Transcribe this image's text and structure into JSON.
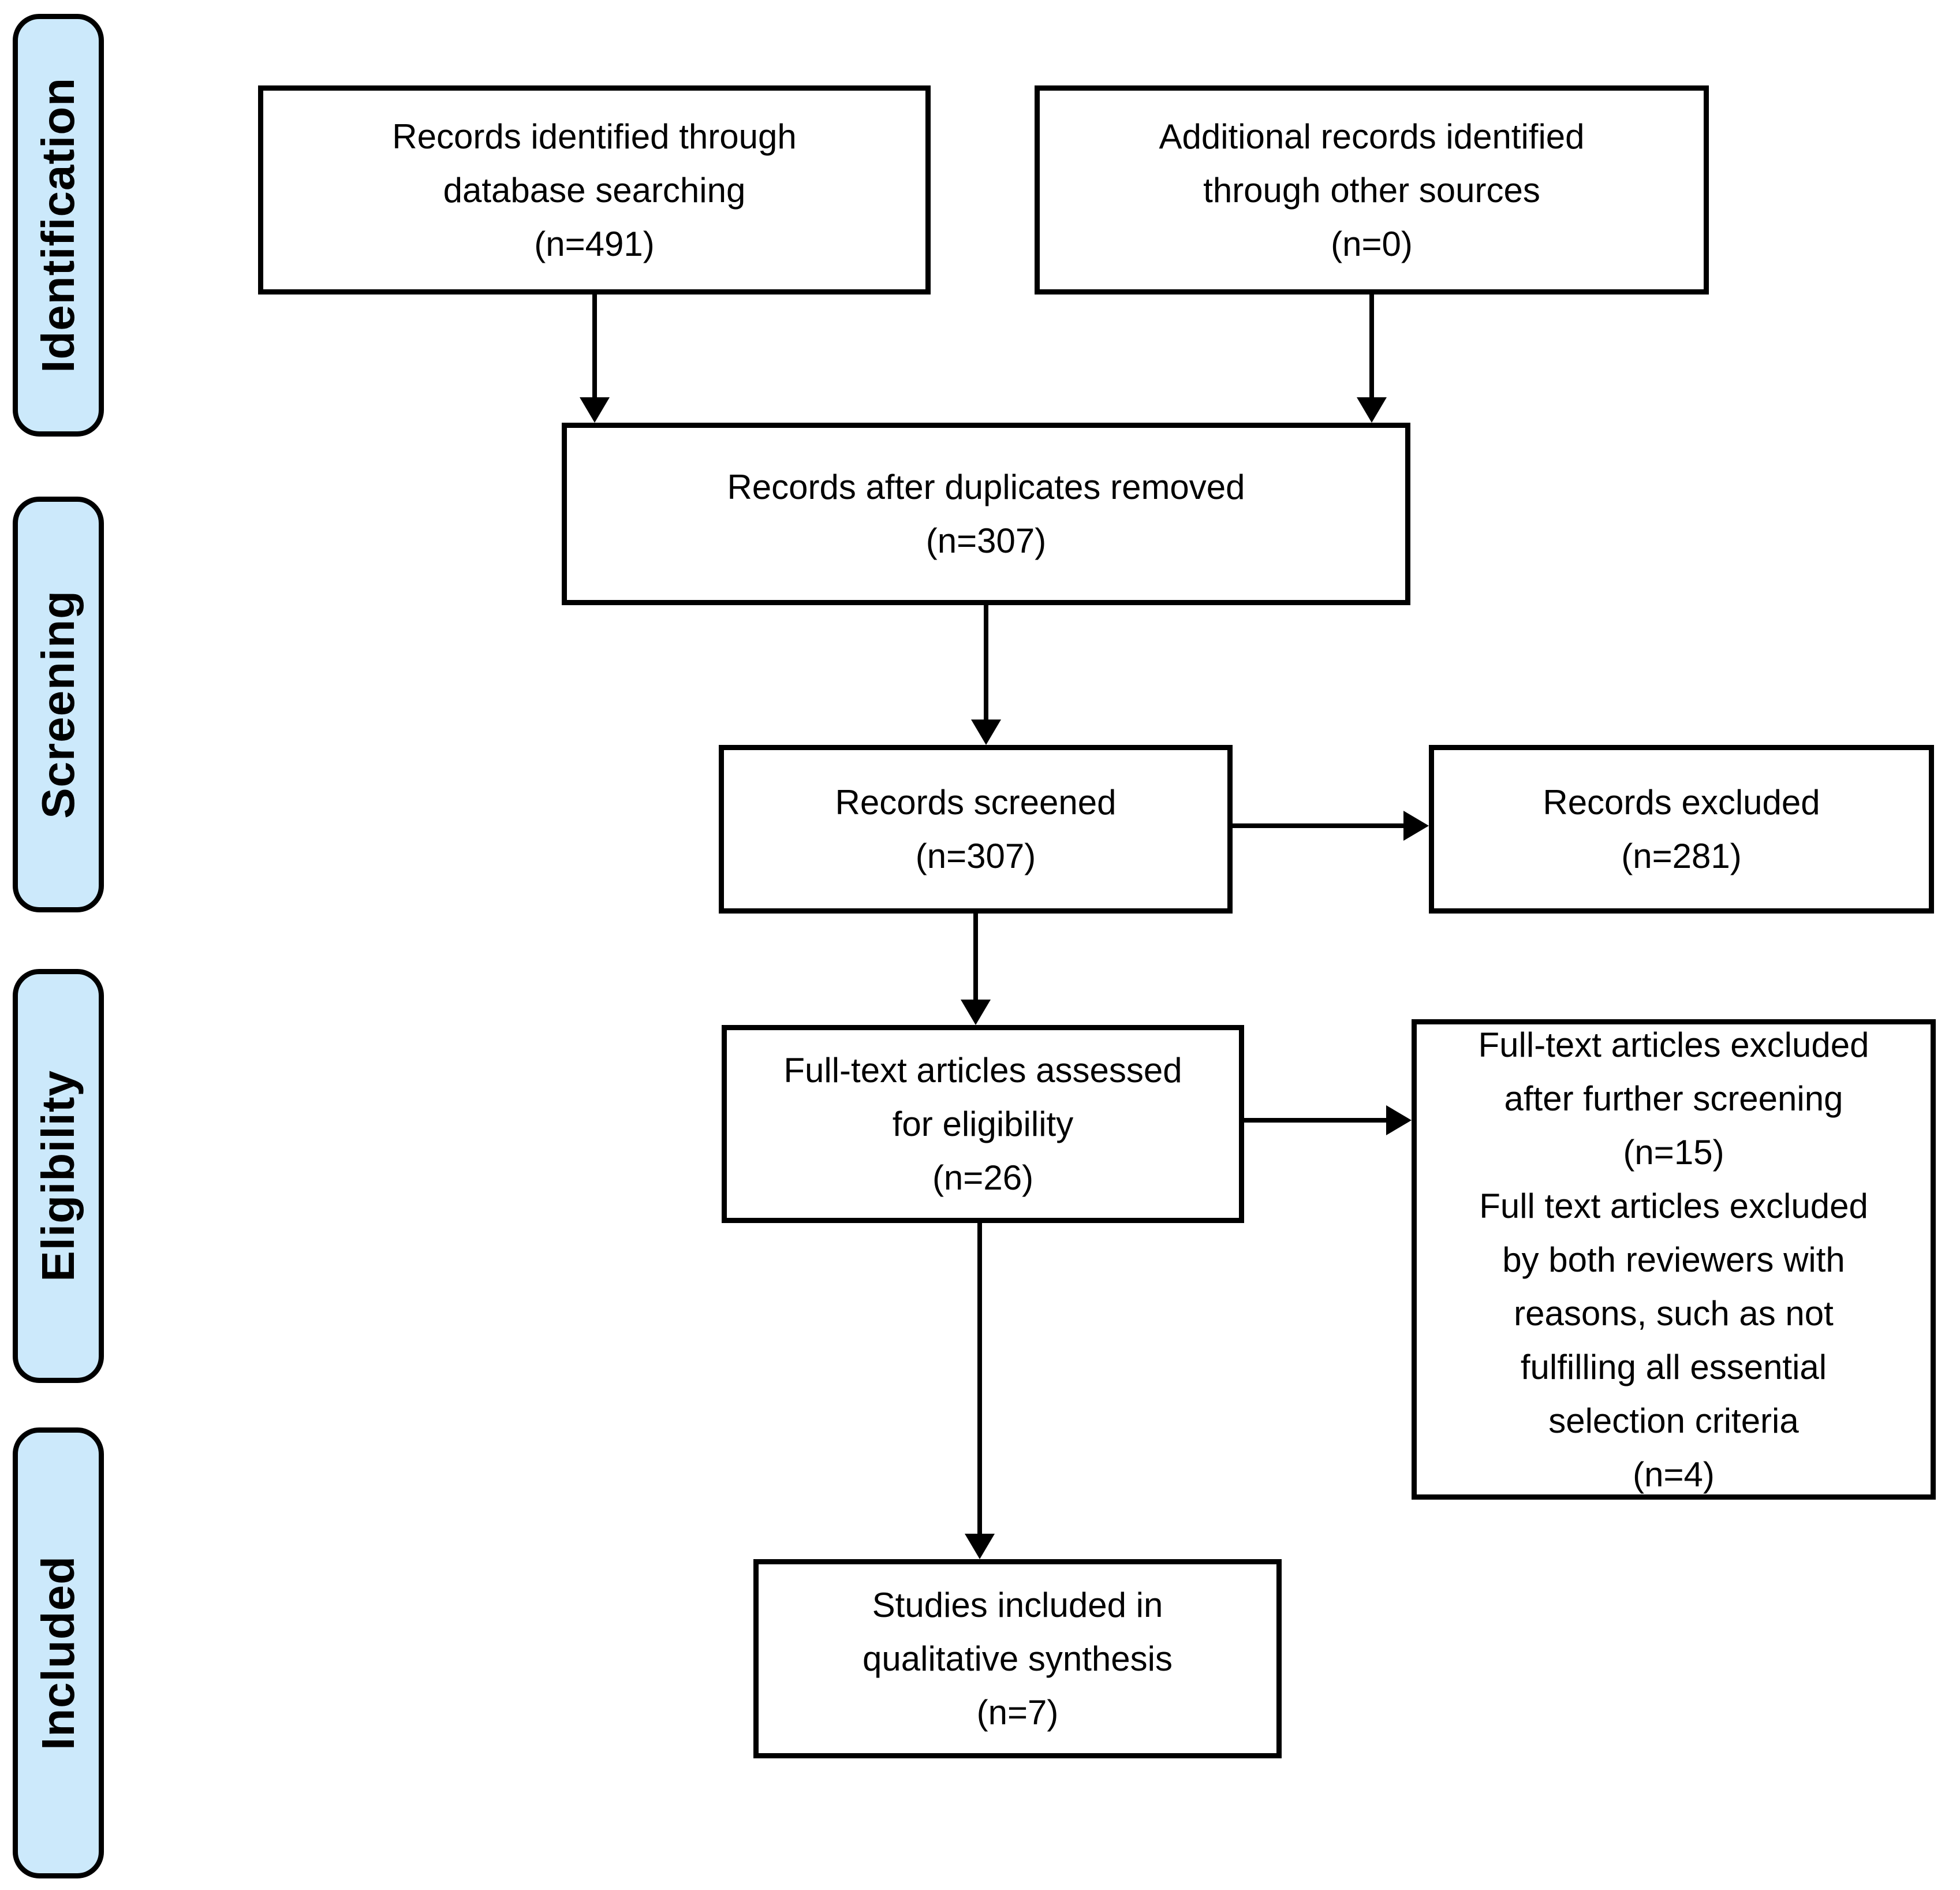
{
  "colors": {
    "sidebar_fill": "#cce9fb",
    "box_fill": "#ffffff",
    "line_color": "#000000"
  },
  "sidebar": {
    "items": [
      {
        "label": "Identification"
      },
      {
        "label": "Screening"
      },
      {
        "label": "Eligibility"
      },
      {
        "label": "Included"
      }
    ]
  },
  "boxes": {
    "identified": {
      "lines": [
        "Records identified through",
        "database searching",
        "(n=491)"
      ]
    },
    "additional": {
      "lines": [
        "Additional records identified",
        "through other sources",
        "(n=0)"
      ]
    },
    "duplicates_removed": {
      "lines": [
        "Records after duplicates removed",
        "(n=307)"
      ]
    },
    "screened": {
      "lines": [
        "Records screened",
        "(n=307)"
      ]
    },
    "records_excluded": {
      "lines": [
        "Records excluded",
        "(n=281)"
      ]
    },
    "fulltext_assessed": {
      "lines": [
        "Full-text articles assessed",
        "for eligibility",
        "(n=26)"
      ]
    },
    "fulltext_excluded": {
      "lines": [
        "Full-text articles excluded",
        "after further screening",
        "(n=15)",
        "Full text articles excluded",
        "by both reviewers with",
        "reasons, such as not",
        "fulfilling all essential",
        "selection criteria",
        "(n=4)"
      ]
    },
    "studies_included": {
      "lines": [
        "Studies included in",
        "qualitative synthesis",
        "(n=7)"
      ]
    }
  }
}
